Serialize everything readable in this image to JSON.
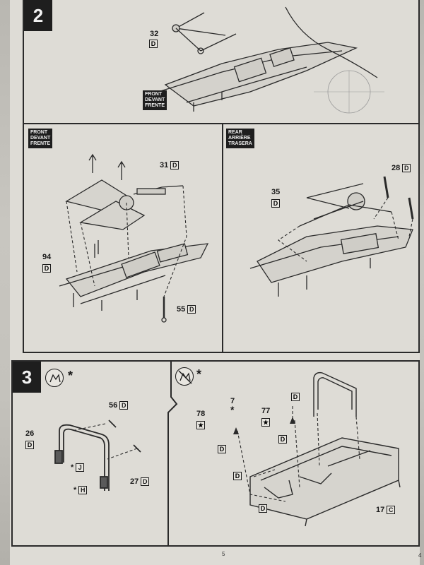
{
  "page": {
    "page_number": "5",
    "corner_number": "4"
  },
  "step2": {
    "number": "2",
    "top": {
      "part_number": "32",
      "part_letter": "D",
      "direction": [
        "FRONT",
        "DEVANT",
        "FRENTE"
      ]
    },
    "front_panel": {
      "direction": [
        "FRONT",
        "DEVANT",
        "FRENTE"
      ],
      "parts": [
        {
          "number": "31",
          "letter": "D"
        },
        {
          "number": "94",
          "letter": "D"
        },
        {
          "number": "55",
          "letter": "D"
        }
      ]
    },
    "rear_panel": {
      "direction": [
        "REAR",
        "ARRIÈRE",
        "TRASERA"
      ],
      "parts": [
        {
          "number": "28",
          "letter": "D"
        },
        {
          "number": "35",
          "letter": "D"
        }
      ]
    }
  },
  "step3": {
    "number": "3",
    "asterisk": "*",
    "left_panel": {
      "parts": [
        {
          "number": "56",
          "letter": "D"
        },
        {
          "number": "26",
          "letter": "D"
        },
        {
          "number": "27",
          "letter": "D"
        }
      ],
      "optional_letters": [
        "J",
        "H"
      ]
    },
    "right_panel": {
      "parts": [
        {
          "number": "7",
          "letter": "*"
        },
        {
          "number": "78",
          "letter": "★"
        },
        {
          "number": "77",
          "letter": "★"
        },
        {
          "number": "17",
          "letter": "C"
        }
      ],
      "d_labels": [
        "D",
        "D",
        "D",
        "D",
        "D"
      ]
    }
  }
}
